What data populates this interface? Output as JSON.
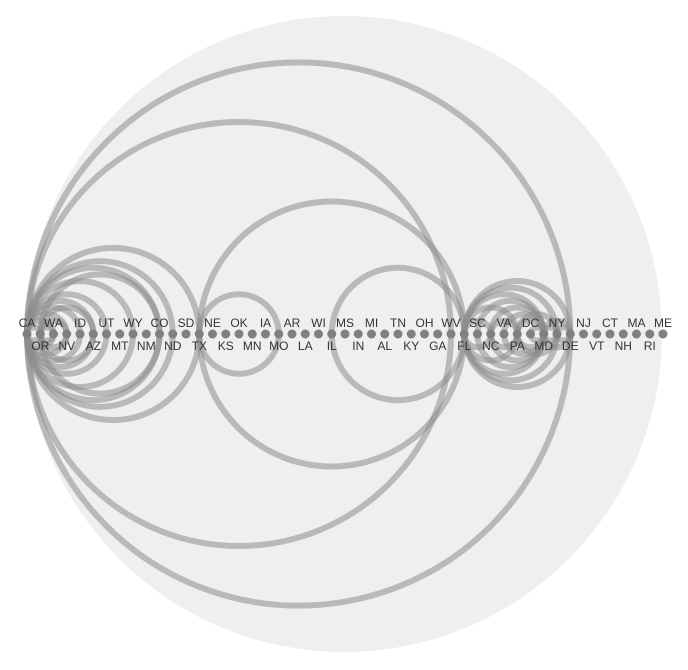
{
  "diagram": {
    "type": "arc-diagram",
    "colors": {
      "background_disc": "#efefef",
      "arc": "#8c8c8c",
      "node": "#808080",
      "label": "#333333"
    },
    "nodes": [
      "CA",
      "OR",
      "WA",
      "NV",
      "ID",
      "AZ",
      "UT",
      "MT",
      "WY",
      "NM",
      "CO",
      "ND",
      "SD",
      "TX",
      "NE",
      "KS",
      "OK",
      "MN",
      "IA",
      "MO",
      "AR",
      "LA",
      "WI",
      "IL",
      "MS",
      "IN",
      "MI",
      "AL",
      "TN",
      "KY",
      "OH",
      "GA",
      "WV",
      "FL",
      "SC",
      "NC",
      "VA",
      "PA",
      "DC",
      "MD",
      "NY",
      "DE",
      "NJ",
      "VT",
      "CT",
      "NH",
      "MA",
      "RI",
      "ME"
    ],
    "edges": [
      [
        "CA",
        "OR"
      ],
      [
        "CA",
        "WA"
      ],
      [
        "CA",
        "NV"
      ],
      [
        "CA",
        "ID"
      ],
      [
        "CA",
        "AZ"
      ],
      [
        "CA",
        "UT"
      ],
      [
        "CA",
        "WY"
      ],
      [
        "CA",
        "CO"
      ],
      [
        "CA",
        "ND"
      ],
      [
        "CA",
        "TX"
      ],
      [
        "CA",
        "WV"
      ],
      [
        "CA",
        "DE"
      ],
      [
        "OR",
        "WA"
      ],
      [
        "OR",
        "NV"
      ],
      [
        "OR",
        "AZ"
      ],
      [
        "OR",
        "CO"
      ],
      [
        "TX",
        "MO"
      ],
      [
        "TX",
        "FL"
      ],
      [
        "IL",
        "FL"
      ],
      [
        "FL",
        "NC"
      ],
      [
        "FL",
        "PA"
      ],
      [
        "FL",
        "MD"
      ],
      [
        "FL",
        "DE"
      ],
      [
        "FL",
        "NY"
      ],
      [
        "SC",
        "MD"
      ],
      [
        "NC",
        "PA"
      ],
      [
        "NC",
        "MD"
      ],
      [
        "VA",
        "MD"
      ],
      [
        "DC",
        "MD"
      ],
      [
        "PA",
        "MD"
      ],
      [
        "PA",
        "NY"
      ],
      [
        "MD",
        "NY"
      ],
      [
        "MD",
        "DE"
      ],
      [
        "NY",
        "DE"
      ]
    ]
  }
}
